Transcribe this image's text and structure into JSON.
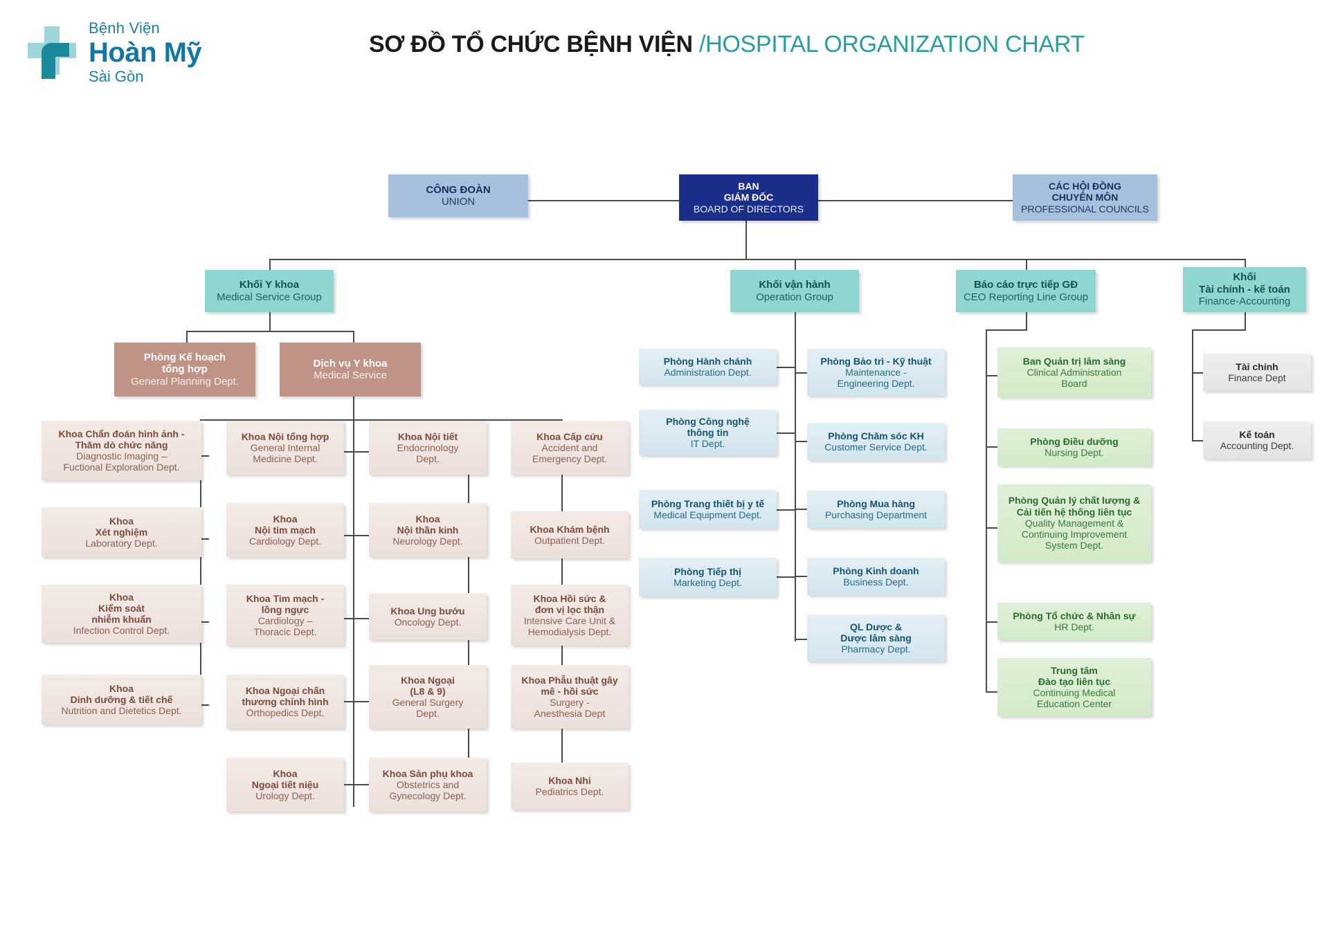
{
  "brand": {
    "line1": "Bệnh Viện",
    "line2": "Hoàn Mỹ",
    "line3": "Sài Gòn",
    "accent": "#1278a3",
    "cross_light": "#9fd6da",
    "cross_dark": "#1b8a9c"
  },
  "header": {
    "title_vn": "SƠ ĐỒ TỔ CHỨC BỆNH VIỆN ",
    "title_en": "/HOSPITAL ORGANIZATION CHART",
    "title_vn_color": "#1a1a1a",
    "title_en_color": "#2a9d9e"
  },
  "palette": {
    "navy": "#1b2f8a",
    "steel": "#a7c0dd",
    "teal": "#8ed6cf",
    "brown": "#bf9486",
    "rose": "#efe4df",
    "blue": "#d9eaf2",
    "green": "#d9eed0",
    "gray": "#e9e9e9",
    "connector": "#4a4a4a"
  },
  "chart_data": {
    "type": "diagram",
    "title": "SƠ ĐỒ TỔ CHỨC BỆNH VIỆN / HOSPITAL ORGANIZATION CHART",
    "root": {
      "vn": "BAN GIÁM ĐỐC",
      "en": "BOARD OF DIRECTORS"
    },
    "levels": 4
  },
  "top": {
    "union": {
      "vn1": "CÔNG ĐOÀN",
      "en": "UNION"
    },
    "board": {
      "vn1": "BAN",
      "vn2": "GIÁM ĐỐC",
      "en": "BOARD OF DIRECTORS"
    },
    "councils": {
      "vn1": "CÁC HỘI ĐỒNG",
      "vn2": "CHUYÊN MÔN",
      "en": "PROFESSIONAL COUNCILS"
    }
  },
  "groups": {
    "medical": {
      "vn": "Khối Y khoa",
      "en": "Medical Service Group"
    },
    "operation": {
      "vn": "Khối vận hành",
      "en": "Operation Group"
    },
    "ceo": {
      "vn": "Báo cáo trực tiếp GĐ",
      "en": "CEO Reporting Line Group"
    },
    "finance": {
      "vn1": "Khối",
      "vn2": "Tài chính - kế toán",
      "en": "Finance-Accounting"
    }
  },
  "medical_sub": {
    "planning": {
      "vn1": "Phòng Kế hoạch",
      "vn2": "tổng hợp",
      "en": "General Planning Dept."
    },
    "service": {
      "vn1": "Dịch vụ Y khoa",
      "en": "Medical Service"
    }
  },
  "col_diag": [
    {
      "vn": [
        "Khoa Chẩn đoán hình ảnh -",
        "Thăm dò chức năng"
      ],
      "en": [
        "Diagnostic Imaging –",
        "Fuctional Exploration Dept."
      ]
    },
    {
      "vn": [
        "Khoa",
        "Xét nghiệm"
      ],
      "en": [
        "Laboratory Dept."
      ]
    },
    {
      "vn": [
        "Khoa",
        "Kiểm soát",
        "nhiễm khuẩn"
      ],
      "en": [
        "Infection Control Dept."
      ]
    },
    {
      "vn": [
        "Khoa",
        "Dinh dưỡng & tiết chế"
      ],
      "en": [
        "Nutrition and Dietetics Dept."
      ]
    }
  ],
  "col_internal": [
    {
      "vn": [
        "Khoa Nội tổng hợp"
      ],
      "en": [
        "General Internal",
        "Medicine Dept."
      ]
    },
    {
      "vn": [
        "Khoa",
        "Nội tim mạch"
      ],
      "en": [
        "Cardiology Dept."
      ]
    },
    {
      "vn": [
        "Khoa Tim mạch -",
        "lồng ngực"
      ],
      "en": [
        "Cardiology –",
        "Thoracic Dept."
      ]
    },
    {
      "vn": [
        "Khoa Ngoại chấn",
        "thương chỉnh hình"
      ],
      "en": [
        "Orthopedics Dept."
      ]
    },
    {
      "vn": [
        "Khoa",
        "Ngoại tiết niệu"
      ],
      "en": [
        "Urology Dept."
      ]
    }
  ],
  "col_specialty": [
    {
      "vn": [
        "Khoa Nội tiết"
      ],
      "en": [
        "Endocrinology",
        "Dept."
      ]
    },
    {
      "vn": [
        "Khoa",
        "Nội thần kinh"
      ],
      "en": [
        "Neurology Dept."
      ]
    },
    {
      "vn": [
        "Khoa Ung bướu"
      ],
      "en": [
        "Oncology Dept."
      ]
    },
    {
      "vn": [
        "Khoa Ngoại",
        "(L8 & 9)"
      ],
      "en": [
        "General Surgery",
        "Dept."
      ]
    },
    {
      "vn": [
        "Khoa Sản phụ khoa"
      ],
      "en": [
        "Obstetrics and",
        "Gynecology Dept."
      ]
    }
  ],
  "col_acute": [
    {
      "vn": [
        "Khoa Cấp cứu"
      ],
      "en": [
        "Accident and",
        "Emergency Dept."
      ]
    },
    {
      "vn": [
        "Khoa Khám bệnh"
      ],
      "en": [
        "Outpatient Dept."
      ]
    },
    {
      "vn": [
        "Khoa Hồi sức &",
        "đơn vị lọc thận"
      ],
      "en": [
        "Intensive Care Unit &",
        "Hemodialysis Dept."
      ]
    },
    {
      "vn": [
        "Khoa Phẫu thuật gây",
        "mê - hồi sức"
      ],
      "en": [
        "Surgery -",
        "Anesthesia Dept"
      ]
    },
    {
      "vn": [
        "Khoa Nhi"
      ],
      "en": [
        "Pediatrics Dept."
      ]
    }
  ],
  "col_op_left": [
    {
      "vn": [
        "Phòng Hành chánh"
      ],
      "en": [
        "Administration Dept."
      ]
    },
    {
      "vn": [
        "Phòng Công nghệ",
        "thông tin"
      ],
      "en": [
        "IT Dept."
      ]
    },
    {
      "vn": [
        "Phòng Trang thiết bị y tế"
      ],
      "en": [
        "Medical Equipment Dept."
      ]
    },
    {
      "vn": [
        "Phòng Tiếp thị"
      ],
      "en": [
        "Marketing Dept."
      ]
    }
  ],
  "col_op_right": [
    {
      "vn": [
        "Phòng Bảo trì - Kỹ thuật"
      ],
      "en": [
        "Maintenance -",
        "Engineering Dept."
      ]
    },
    {
      "vn": [
        "Phòng Chăm sóc KH"
      ],
      "en": [
        "Customer Service Dept."
      ]
    },
    {
      "vn": [
        "Phòng Mua hàng"
      ],
      "en": [
        "Purchasing Department"
      ]
    },
    {
      "vn": [
        "Phòng Kinh doanh"
      ],
      "en": [
        "Business Dept."
      ]
    },
    {
      "vn": [
        "QL Dược &",
        "Dược lâm sàng"
      ],
      "en": [
        "Pharmacy Dept."
      ]
    }
  ],
  "col_ceo": [
    {
      "vn": [
        "Ban Quản trị lâm sàng"
      ],
      "en": [
        "Clinical Administration",
        "Board"
      ]
    },
    {
      "vn": [
        "Phòng Điều dưỡng"
      ],
      "en": [
        "Nursing Dept."
      ]
    },
    {
      "vn": [
        "Phòng Quản lý chất lượng &",
        "Cải tiến hệ thống liên tục"
      ],
      "en": [
        "Quality Management &",
        "Continuing Improvement",
        "System Dept."
      ]
    },
    {
      "vn": [
        "Phòng Tổ chức & Nhân sự"
      ],
      "en": [
        "HR Dept."
      ]
    },
    {
      "vn": [
        "Trung tâm",
        "Đào tạo liên tục"
      ],
      "en": [
        "Continuing Medical",
        "Education Center"
      ]
    }
  ],
  "col_finance": [
    {
      "vn": [
        "Tài chính"
      ],
      "en": [
        "Finance Dept"
      ]
    },
    {
      "vn": [
        "Kế toán"
      ],
      "en": [
        "Accounting Dept."
      ]
    }
  ]
}
